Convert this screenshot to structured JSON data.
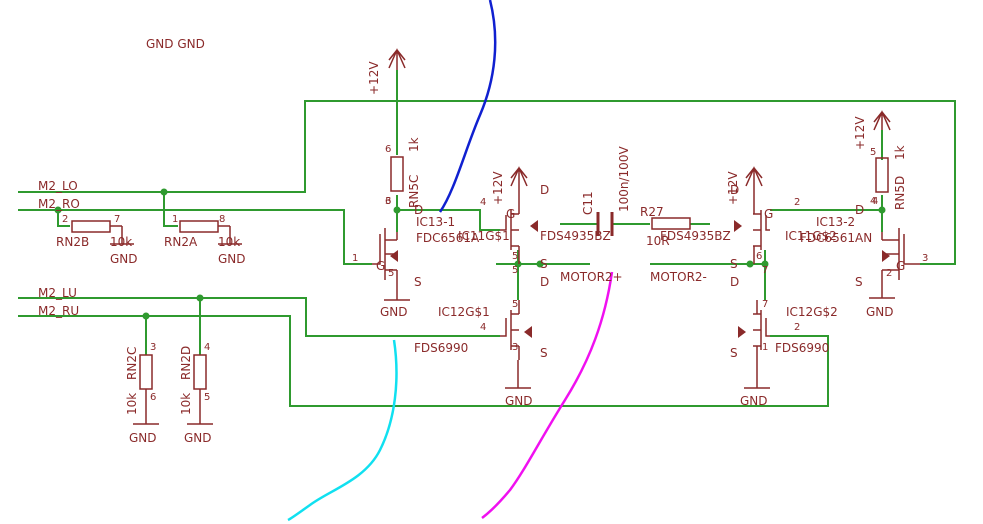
{
  "colors": {
    "wire": "#2f9a2f",
    "junction": "#2f9a2f",
    "part": "#8a2a2a",
    "annotation_blue": "#1020d0",
    "annotation_cyan": "#10e0f0",
    "annotation_magenta": "#f010f0"
  },
  "nets": {
    "m2_lo": "M2_LO",
    "m2_ro": "M2_RO",
    "m2_lu": "M2_LU",
    "m2_ru": "M2_RU",
    "motor2_plus": "MOTOR2+",
    "motor2_minus": "MOTOR2-"
  },
  "top_text": "GND   GND",
  "supplies": {
    "v12": "+12V",
    "gnd": "GND"
  },
  "parts": {
    "rn5c": {
      "name": "RN5C",
      "value": "1k",
      "pin_a": "6",
      "pin_b": "3"
    },
    "rn5d": {
      "name": "RN5D",
      "value": "1k",
      "pin_a": "5",
      "pin_b": "4"
    },
    "rn2b": {
      "name": "RN2B",
      "value": "10k",
      "pin_a": "2",
      "pin_b": "7"
    },
    "rn2a": {
      "name": "RN2A",
      "value": "10k",
      "pin_a": "1",
      "pin_b": "8"
    },
    "rn2c": {
      "name": "RN2C",
      "value": "10k",
      "pin_a": "3",
      "pin_b": "6"
    },
    "rn2d": {
      "name": "RN2D",
      "value": "10k",
      "pin_a": "4",
      "pin_b": "5"
    },
    "c11": {
      "name": "C11",
      "value": "100n/100V"
    },
    "r27": {
      "name": "R27",
      "value": "10R"
    },
    "ic13_1": {
      "name": "IC13-1",
      "value": "FDC6561A",
      "pin_g": "1",
      "pin_d": "6",
      "pin_s": "5"
    },
    "ic13_2": {
      "name": "IC13-2",
      "value": "FDC6561AN",
      "pin_g": "3",
      "pin_d": "4",
      "pin_s": "2"
    },
    "ic11_1": {
      "name": "IC11G$1",
      "value": "FDS4935BZ",
      "pin_g": "4",
      "pin_s": "5"
    },
    "ic11_2": {
      "name": "IC11G$2",
      "value": "FDS4935BZ",
      "pin_g": "2",
      "pin_s": "6"
    },
    "ic12_1": {
      "name": "IC12G$1",
      "value": "FDS6990",
      "pin_g": "4",
      "pin_s": "3"
    },
    "ic12_2": {
      "name": "IC12G$2",
      "value": "FDS6990",
      "pin_g": "2",
      "pin_s": "1"
    }
  },
  "pin_letters": {
    "g": "G",
    "d": "D",
    "s": "S"
  },
  "pin_numbers": {
    "five": "5",
    "seven": "7"
  }
}
